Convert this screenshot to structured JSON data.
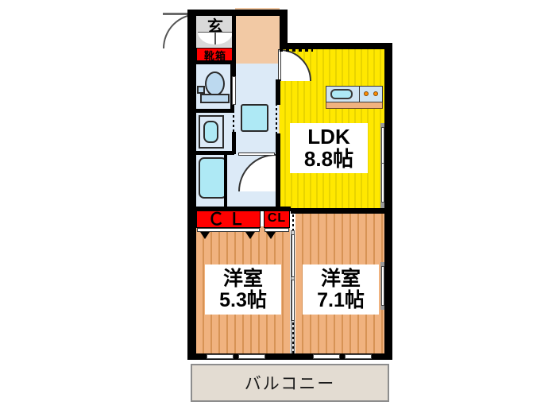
{
  "plan": {
    "type": "japanese-apartment-floor-plan",
    "layout_code": "2LDK",
    "rooms": [
      {
        "id": "ldk",
        "name": "LDK",
        "size": "8.8帖",
        "size_value": 8.8,
        "unit": "帖",
        "floor": "kitchen-vinyl-yellow",
        "floor_color": "#ffe800"
      },
      {
        "id": "western-room-small",
        "name": "洋室",
        "size": "5.3帖",
        "size_value": 5.3,
        "unit": "帖",
        "floor": "wood-flooring",
        "floor_color": "#f0b27f"
      },
      {
        "id": "western-room-large",
        "name": "洋室",
        "size": "7.1帖",
        "size_value": 7.1,
        "unit": "帖",
        "floor": "wood-flooring",
        "floor_color": "#f0b27f"
      },
      {
        "id": "balcony",
        "name": "バルコニー",
        "size": "",
        "floor": "concrete",
        "floor_color": "#e3dcd2"
      }
    ],
    "tags": {
      "closet_large": "ＣＬ",
      "closet_small": "CL",
      "shoe_box": "靴箱",
      "genkan": "玄"
    },
    "balcony_label": "バルコニー",
    "colors": {
      "wall": "#000000",
      "closet_tag": "#ff0000",
      "ldk_floor": "#ffe800",
      "wood_floor": "#f0b27f",
      "hallway_floor": "#f2c9a4",
      "water_area_floor": "#dceaf7",
      "entry_floor": "#d9d9d9",
      "balcony_floor": "#e3dcd2",
      "fixture_cyan": "#aee9f5",
      "stove_burner": "#ff8c00"
    },
    "fixtures": [
      {
        "id": "toilet",
        "name": "toilet"
      },
      {
        "id": "washbasin",
        "name": "washbasin-vanity"
      },
      {
        "id": "bathtub",
        "name": "bathtub"
      },
      {
        "id": "washing-machine",
        "name": "washing-machine-space"
      },
      {
        "id": "kitchen-sink",
        "name": "kitchen-sink"
      },
      {
        "id": "stove",
        "name": "two-burner-stove"
      },
      {
        "id": "shoe-cabinet",
        "name": "shoe-cabinet"
      }
    ],
    "openings": [
      {
        "id": "entrance-door",
        "type": "hinged-door-outswing"
      },
      {
        "id": "ldk-door",
        "type": "hinged-door"
      },
      {
        "id": "bath-door",
        "type": "hinged-door"
      },
      {
        "id": "room-partition",
        "type": "sliding-partition"
      },
      {
        "id": "balcony-sliding-doors",
        "type": "sliding-glass-door"
      },
      {
        "id": "ldk-window",
        "type": "window"
      },
      {
        "id": "bedroom-window",
        "type": "window"
      }
    ]
  }
}
